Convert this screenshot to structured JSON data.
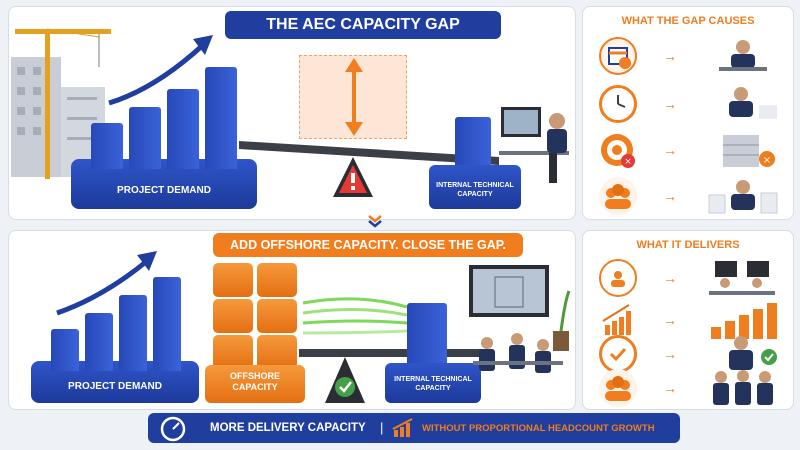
{
  "top": {
    "title": "THE AEC CAPACITY GAP",
    "demand_label": "PROJECT DEMAND",
    "internal_label": "INTERNAL TECHNICAL CAPACITY",
    "causes_title": "WHAT THE GAP CAUSES"
  },
  "bottom": {
    "banner": "ADD OFFSHORE CAPACITY. CLOSE THE GAP.",
    "demand_label": "PROJECT DEMAND",
    "offshore_label": "OFFSHORE CAPACITY",
    "internal_label": "INTERNAL TECHNICAL CAPACITY",
    "delivers_title": "WHAT IT DELIVERS"
  },
  "footer": {
    "left": "MORE DELIVERY CAPACITY",
    "divider": "|",
    "right": "WITHOUT PROPORTIONAL HEADCOUNT GROWTH"
  },
  "colors": {
    "blue": "#1f3e9e",
    "orange": "#f07d1e",
    "red": "#e53935",
    "green": "#43a047"
  },
  "icons": {
    "causes": [
      "calendar-clock-icon",
      "stopwatch-icon",
      "target-miss-icon",
      "people-group-icon"
    ],
    "delivers": [
      "team-cycle-icon",
      "growth-bars-icon",
      "timer-check-icon",
      "team-icon"
    ]
  }
}
